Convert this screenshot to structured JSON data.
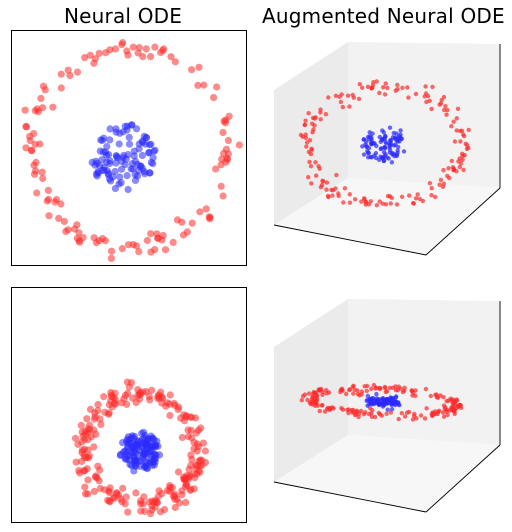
{
  "titles": {
    "left": "Neural ODE",
    "right": "Augmented Neural ODE"
  },
  "colors": {
    "outer_class": "#ff2a2a",
    "inner_class": "#2a2aff",
    "pane_back": "#f2f2f2",
    "pane_side": "#ebebeb",
    "pane_floor": "#f7f7f7",
    "axis_line": "#000000",
    "box_border": "#000000"
  },
  "chart_data": [
    {
      "type": "scatter",
      "panel": "top-left",
      "title": "Neural ODE",
      "grid": false,
      "axes_ticks": false,
      "series": [
        {
          "class": "outer",
          "color": "#ff2a2a",
          "count": 130,
          "shape": "ring",
          "center": [
            0,
            0
          ],
          "radius": 0.88,
          "spread": 0.05
        },
        {
          "class": "inner",
          "color": "#2a2aff",
          "count": 100,
          "shape": "disk",
          "center": [
            -0.05,
            -0.08
          ],
          "radius": 0.3
        }
      ],
      "xlim": [
        -1,
        1
      ],
      "ylim": [
        -1,
        1
      ]
    },
    {
      "type": "scatter3d",
      "panel": "top-right",
      "title": "Augmented Neural ODE",
      "grid": false,
      "series": [
        {
          "class": "outer",
          "color": "#ff2a2a",
          "count": 170,
          "shape": "ring",
          "center": [
            0.0,
            0.0,
            0.0
          ],
          "radius": 0.9
        },
        {
          "class": "inner",
          "color": "#2a2aff",
          "count": 100,
          "shape": "disk",
          "center": [
            0.0,
            0.0,
            0.0
          ],
          "radius": 0.25
        }
      ]
    },
    {
      "type": "scatter",
      "panel": "bottom-left",
      "grid": false,
      "axes_ticks": false,
      "series": [
        {
          "class": "outer",
          "color": "#ff2a2a",
          "count": 220,
          "shape": "ring",
          "center": [
            0.1,
            -0.4
          ],
          "radius": 0.5,
          "spread": 0.05
        },
        {
          "class": "inner",
          "color": "#2a2aff",
          "count": 120,
          "shape": "disk",
          "center": [
            0.1,
            -0.42
          ],
          "radius": 0.18
        }
      ],
      "xlim": [
        -1,
        1
      ],
      "ylim": [
        -1,
        1
      ]
    },
    {
      "type": "scatter3d",
      "panel": "bottom-right",
      "grid": false,
      "series": [
        {
          "class": "outer",
          "color": "#ff2a2a",
          "count": 200,
          "shape": "ring",
          "center": [
            0.0,
            0.0,
            0.0
          ],
          "radius": 0.85,
          "flatten": 0.22
        },
        {
          "class": "inner",
          "color": "#2a2aff",
          "count": 90,
          "shape": "disk",
          "center": [
            0.0,
            0.0,
            0.0
          ],
          "radius": 0.2,
          "flatten": 0.22
        }
      ]
    }
  ]
}
